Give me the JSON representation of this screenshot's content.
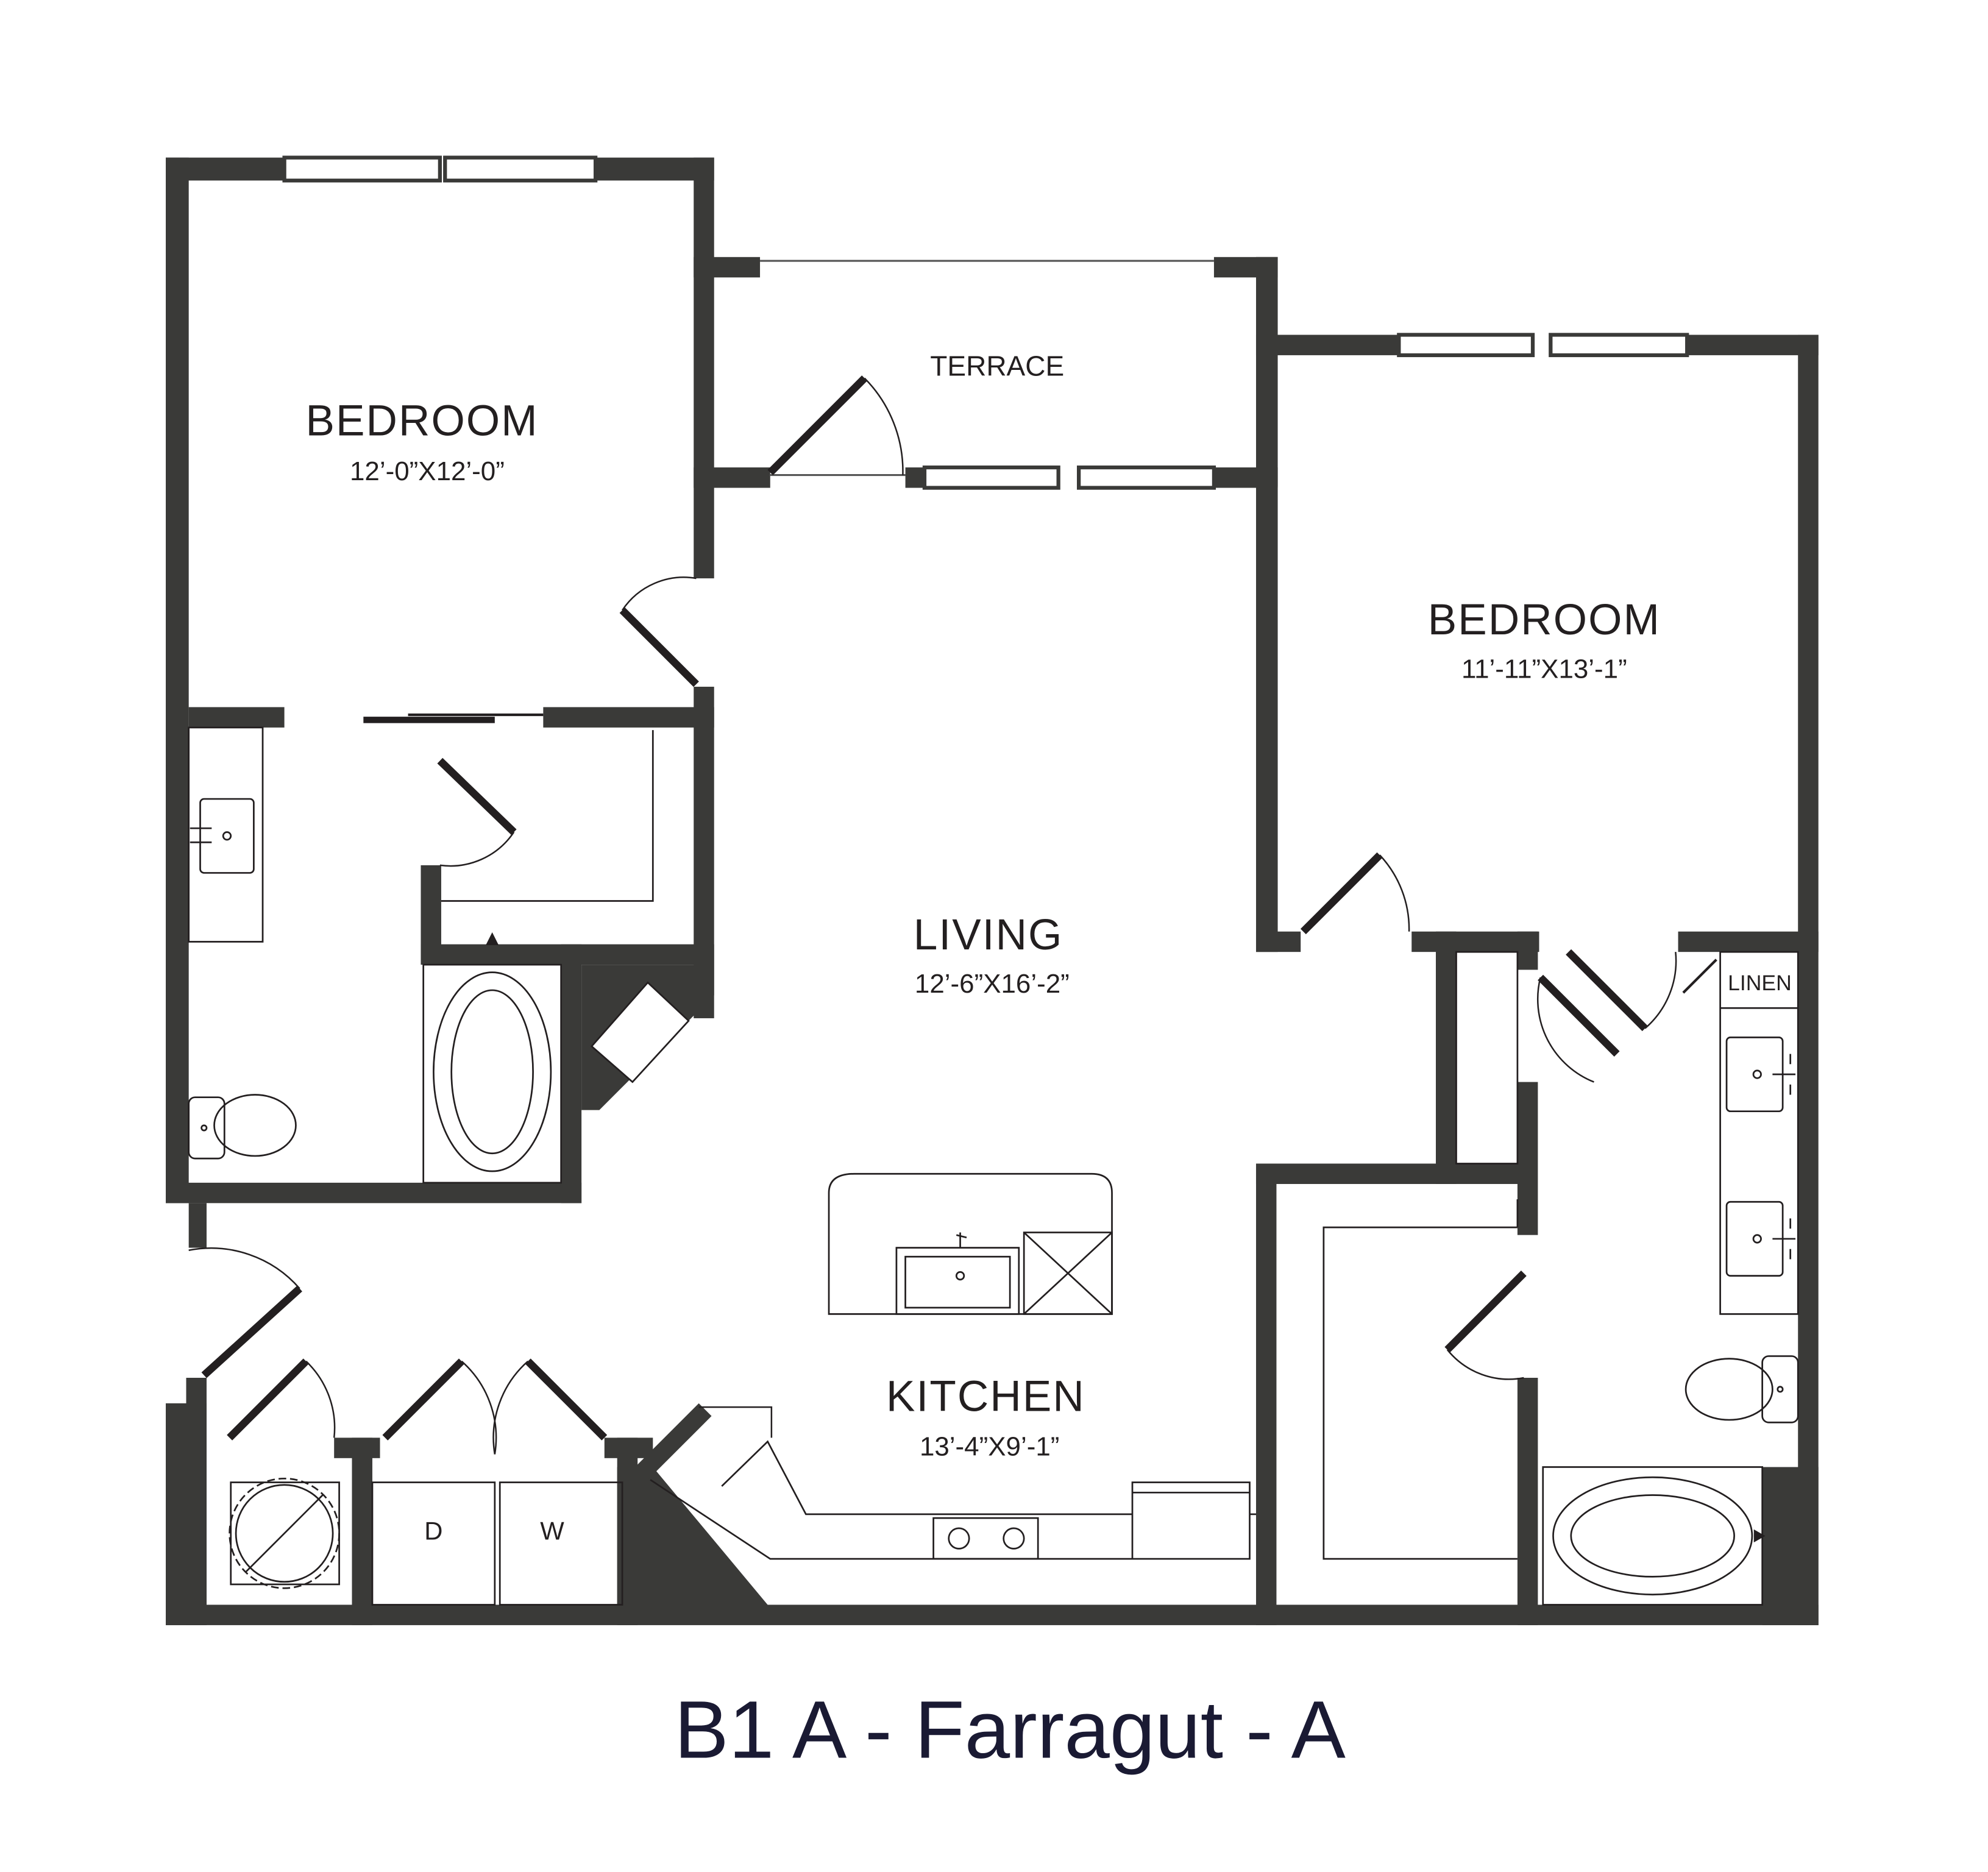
{
  "colors": {
    "wall": "#3a3a38",
    "fixture_line": "#231f20",
    "title": "#1a1a33",
    "background": "#ffffff"
  },
  "rooms": {
    "bedroom_left": {
      "name": "BEDROOM",
      "dims": "12’-0”X12’-0”"
    },
    "terrace": {
      "name": "TERRACE"
    },
    "bedroom_right": {
      "name": "BEDROOM",
      "dims": "11’-11”X13’-1”"
    },
    "living": {
      "name": "LIVING",
      "dims": "12’-6”X16’-2”"
    },
    "kitchen": {
      "name": "KITCHEN",
      "dims": "13’-4”X9’-1”"
    },
    "linen": {
      "name": "LINEN"
    }
  },
  "appliances": {
    "dryer": "D",
    "washer": "W"
  },
  "title": "B1 A - Farragut - A"
}
